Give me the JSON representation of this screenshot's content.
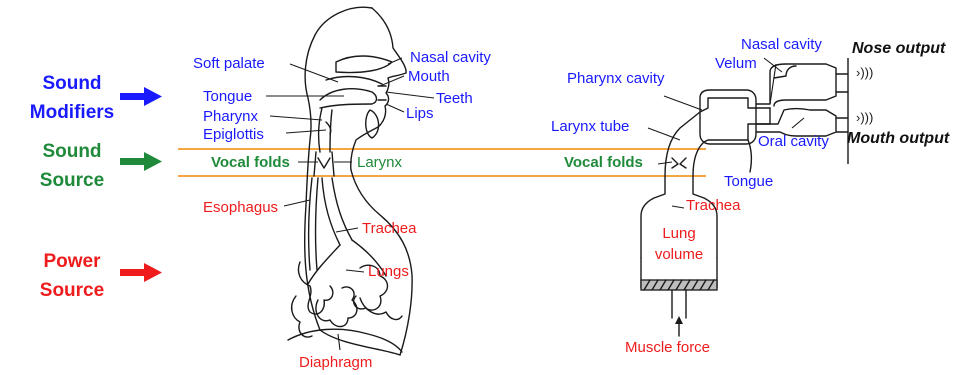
{
  "colors": {
    "modifier": "#1a1aff",
    "source": "#1f8a3a",
    "power": "#ee1c1c",
    "guide": "#f5a640",
    "ink": "#1a1a1a",
    "hatch_fill": "#bdbdbd"
  },
  "side_labels": {
    "modifiers": {
      "line1": "Sound",
      "line2": "Modifiers"
    },
    "source": {
      "line1": "Sound",
      "line2": "Source"
    },
    "power": {
      "line1": "Power",
      "line2": "Source"
    }
  },
  "anatomy_labels": {
    "soft_palate": "Soft palate",
    "nasal_cavity": "Nasal cavity",
    "mouth": "Mouth",
    "teeth": "Teeth",
    "tongue": "Tongue",
    "lips": "Lips",
    "pharynx": "Pharynx",
    "epiglottis": "Epiglottis",
    "vocal_folds": "Vocal folds",
    "larynx": "Larynx",
    "esophagus": "Esophagus",
    "trachea": "Trachea",
    "lungs": "Lungs",
    "diaphragm": "Diaphragm"
  },
  "model_labels": {
    "nasal_cavity": "Nasal cavity",
    "velum": "Velum",
    "nose_output": "Nose output",
    "pharynx_cavity": "Pharynx cavity",
    "larynx_tube": "Larynx tube",
    "oral_cavity": "Oral cavity",
    "mouth_output": "Mouth output",
    "vocal_folds": "Vocal folds",
    "tongue": "Tongue",
    "trachea": "Trachea",
    "lung_volume_line1": "Lung",
    "lung_volume_line2": "volume",
    "muscle_force": "Muscle force",
    "sound_symbol_nose": "›)))",
    "sound_symbol_mouth": "›)))"
  }
}
